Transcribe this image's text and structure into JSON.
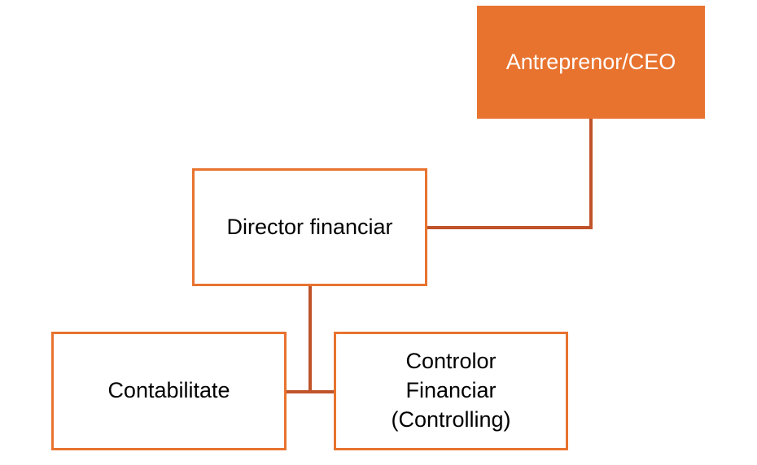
{
  "colors": {
    "accent": "#e8732f",
    "connector": "#c0532a",
    "text_on_accent": "#ffffff",
    "text": "#000000",
    "background": "#ffffff"
  },
  "nodes": {
    "ceo": {
      "label": "Antreprenor/CEO"
    },
    "director": {
      "label": "Director financiar"
    },
    "accounting": {
      "label": "Contabilitate"
    },
    "controller": {
      "label": "Controlor\nFinanciar\n(Controlling)"
    }
  }
}
